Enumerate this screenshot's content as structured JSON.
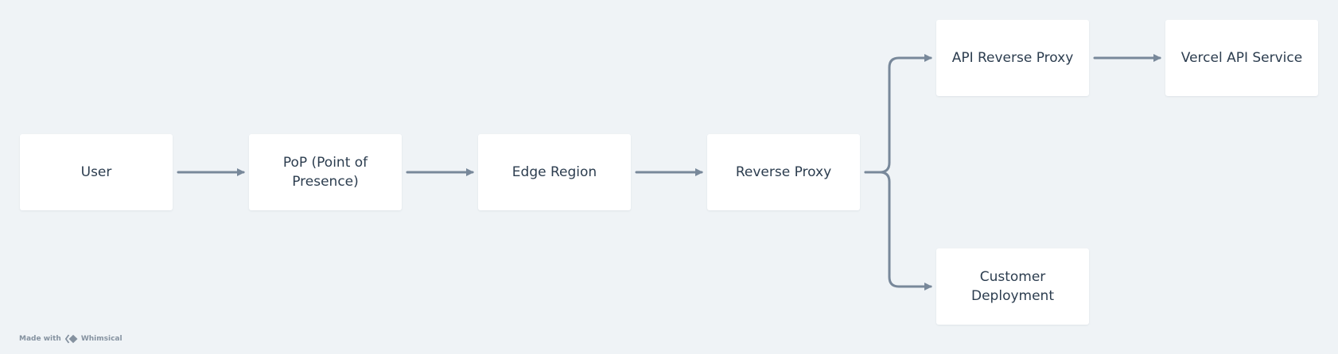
{
  "nodes": {
    "user": "User",
    "pop": "PoP (Point of Presence)",
    "edge_region": "Edge Region",
    "reverse_proxy": "Reverse Proxy",
    "api_reverse_proxy": "API Reverse Proxy",
    "vercel_api_service": "Vercel API Service",
    "customer_deployment": "Customer Deployment"
  },
  "edges": [
    {
      "from": "user",
      "to": "pop"
    },
    {
      "from": "pop",
      "to": "edge_region"
    },
    {
      "from": "edge_region",
      "to": "reverse_proxy"
    },
    {
      "from": "reverse_proxy",
      "to": "api_reverse_proxy"
    },
    {
      "from": "reverse_proxy",
      "to": "customer_deployment"
    },
    {
      "from": "api_reverse_proxy",
      "to": "vercel_api_service"
    }
  ],
  "watermark": {
    "made_with": "Made with",
    "brand": "Whimsical"
  },
  "colors": {
    "background": "#eff3f6",
    "node_fill": "#ffffff",
    "node_text": "#2c3d4f",
    "connector": "#78889a"
  }
}
